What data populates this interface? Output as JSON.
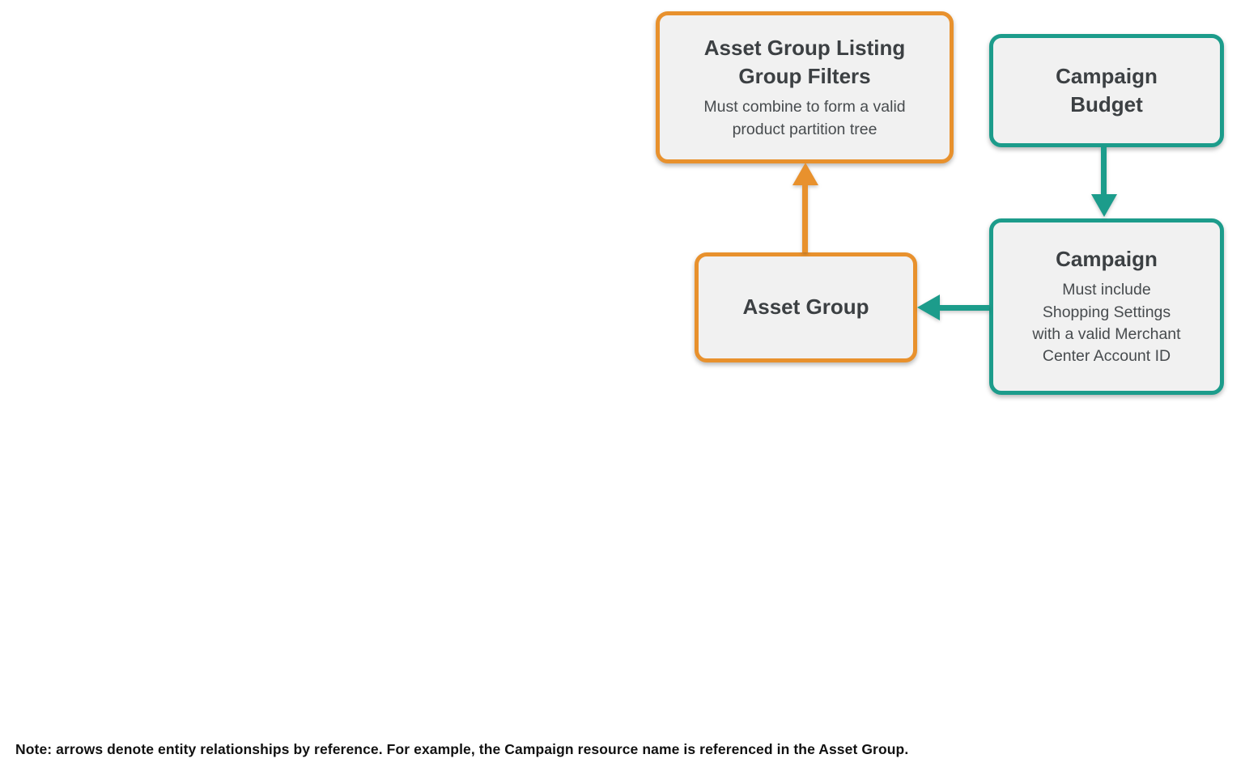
{
  "diagram": {
    "colors": {
      "orange": "#E8912D",
      "teal": "#1C9C8B",
      "box_fill": "#F1F1F1",
      "title_text": "#3C4043",
      "subtitle_text": "#474B4E",
      "note_text": "#111111"
    },
    "nodes": {
      "listing_filters": {
        "title": "Asset Group Listing\nGroup Filters",
        "subtitle": "Must combine to form a valid\nproduct partition tree",
        "accent": "#E8912D"
      },
      "campaign_budget": {
        "title": "Campaign\nBudget",
        "accent": "#1C9C8B"
      },
      "campaign": {
        "title": "Campaign",
        "subtitle": "Must include\nShopping Settings\nwith a valid Merchant\nCenter Account ID",
        "accent": "#1C9C8B"
      },
      "asset_group": {
        "title": "Asset Group",
        "accent": "#E8912D"
      }
    },
    "edges": [
      {
        "from": "Asset Group",
        "to": "Asset Group Listing Group Filters",
        "direction": "up",
        "color": "#E8912D"
      },
      {
        "from": "Campaign Budget",
        "to": "Campaign",
        "direction": "down",
        "color": "#1C9C8B"
      },
      {
        "from": "Campaign",
        "to": "Asset Group",
        "direction": "left",
        "color": "#1C9C8B"
      }
    ]
  },
  "note": "Note: arrows denote entity relationships by reference. For example, the Campaign resource name is referenced in the Asset Group."
}
